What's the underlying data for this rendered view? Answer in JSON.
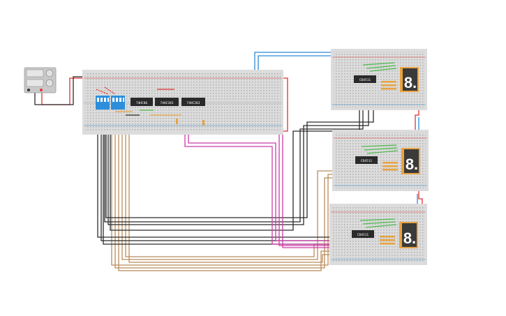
{
  "circuit": {
    "power_supply": {
      "display_icon": "lcd-display-icon",
      "knob_icon": "knob-icon",
      "terminal_labels": [
        "",
        ""
      ]
    },
    "main_board": {
      "chips": [
        {
          "label": "74HC86"
        },
        {
          "label": "74HC283"
        },
        {
          "label": "74HC283"
        }
      ],
      "dip_switches": [
        {
          "label": ""
        },
        {
          "label": ""
        }
      ]
    },
    "display_boards": [
      {
        "decoder_label": "CD4511",
        "digit": "8."
      },
      {
        "decoder_label": "CD4511",
        "digit": "8."
      },
      {
        "decoder_label": "CD4511",
        "digit": "8."
      }
    ],
    "colors": {
      "board": "#dcdcdc",
      "wire_black": "#2b2b2b",
      "wire_red": "#e03030",
      "wire_magenta": "#cc3ba6",
      "wire_brown": "#b98b5a",
      "wire_blue": "#2b8ad6",
      "wire_green": "#4cbb4c",
      "dip_blue": "#2d8fdc",
      "resistor": "#e8a341",
      "seg_body": "#3a3a3a"
    }
  }
}
